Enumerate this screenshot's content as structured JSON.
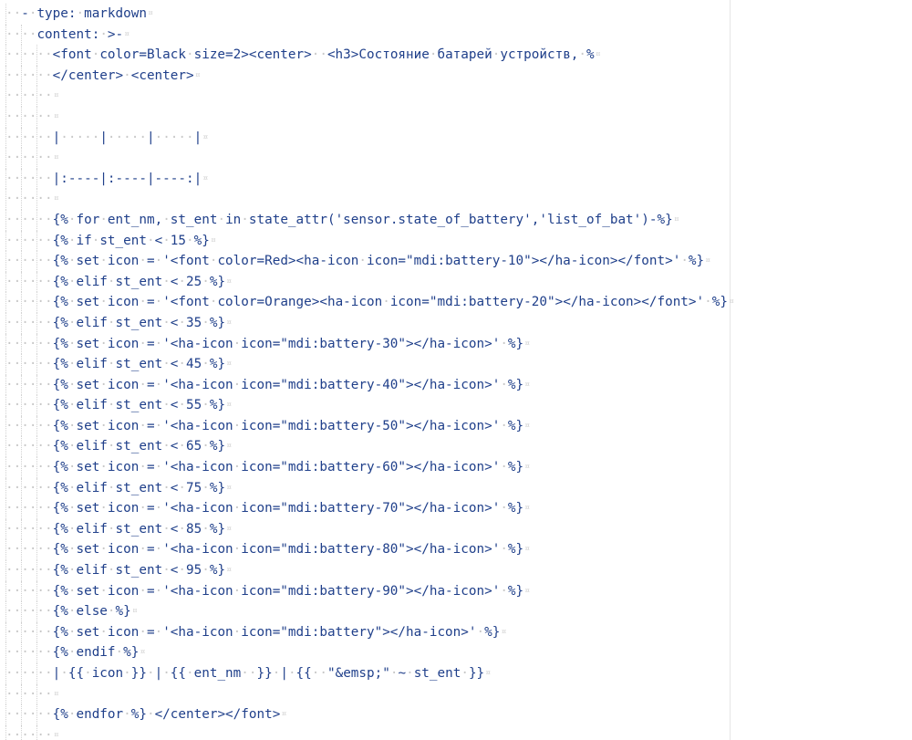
{
  "editor": {
    "eol_marker": "¤",
    "lines": [
      {
        "indent": 2,
        "text": "- type: markdown"
      },
      {
        "indent": 4,
        "text": "content: >-"
      },
      {
        "indent": 6,
        "text": "<font color=Black size=2><center>  <h3>Состояние батарей устройств, %"
      },
      {
        "indent": 6,
        "text": "</center> <center>"
      },
      {
        "indent": 6,
        "text": ""
      },
      {
        "indent": 6,
        "text": ""
      },
      {
        "indent": 6,
        "text": "|     |     |     |"
      },
      {
        "indent": 6,
        "text": ""
      },
      {
        "indent": 6,
        "text": "|:----|:----|----:|"
      },
      {
        "indent": 6,
        "text": ""
      },
      {
        "indent": 6,
        "text": "{% for ent_nm, st_ent in state_attr('sensor.state_of_battery','list_of_bat')-%}"
      },
      {
        "indent": 6,
        "text": "{% if st_ent < 15 %}"
      },
      {
        "indent": 6,
        "text": "{% set icon = '<font color=Red><ha-icon icon=\"mdi:battery-10\"></ha-icon></font>' %}"
      },
      {
        "indent": 6,
        "text": "{% elif st_ent < 25 %}"
      },
      {
        "indent": 6,
        "text": "{% set icon = '<font color=Orange><ha-icon icon=\"mdi:battery-20\"></ha-icon></font>' %}"
      },
      {
        "indent": 6,
        "text": "{% elif st_ent < 35 %}"
      },
      {
        "indent": 6,
        "text": "{% set icon = '<ha-icon icon=\"mdi:battery-30\"></ha-icon>' %}"
      },
      {
        "indent": 6,
        "text": "{% elif st_ent < 45 %}"
      },
      {
        "indent": 6,
        "text": "{% set icon = '<ha-icon icon=\"mdi:battery-40\"></ha-icon>' %}"
      },
      {
        "indent": 6,
        "text": "{% elif st_ent < 55 %}"
      },
      {
        "indent": 6,
        "text": "{% set icon = '<ha-icon icon=\"mdi:battery-50\"></ha-icon>' %}"
      },
      {
        "indent": 6,
        "text": "{% elif st_ent < 65 %}"
      },
      {
        "indent": 6,
        "text": "{% set icon = '<ha-icon icon=\"mdi:battery-60\"></ha-icon>' %}"
      },
      {
        "indent": 6,
        "text": "{% elif st_ent < 75 %}"
      },
      {
        "indent": 6,
        "text": "{% set icon = '<ha-icon icon=\"mdi:battery-70\"></ha-icon>' %}"
      },
      {
        "indent": 6,
        "text": "{% elif st_ent < 85 %}"
      },
      {
        "indent": 6,
        "text": "{% set icon = '<ha-icon icon=\"mdi:battery-80\"></ha-icon>' %}"
      },
      {
        "indent": 6,
        "text": "{% elif st_ent < 95 %}"
      },
      {
        "indent": 6,
        "text": "{% set icon = '<ha-icon icon=\"mdi:battery-90\"></ha-icon>' %}"
      },
      {
        "indent": 6,
        "text": "{% else %}"
      },
      {
        "indent": 6,
        "text": "{% set icon = '<ha-icon icon=\"mdi:battery\"></ha-icon>' %}"
      },
      {
        "indent": 6,
        "text": "{% endif %}"
      },
      {
        "indent": 6,
        "text": "| {{ icon }} | {{ ent_nm  }} | {{  \"&emsp;\" ~ st_ent }}"
      },
      {
        "indent": 6,
        "text": ""
      },
      {
        "indent": 6,
        "text": "{% endfor %} </center></font>"
      },
      {
        "indent": 6,
        "text": ""
      }
    ]
  }
}
